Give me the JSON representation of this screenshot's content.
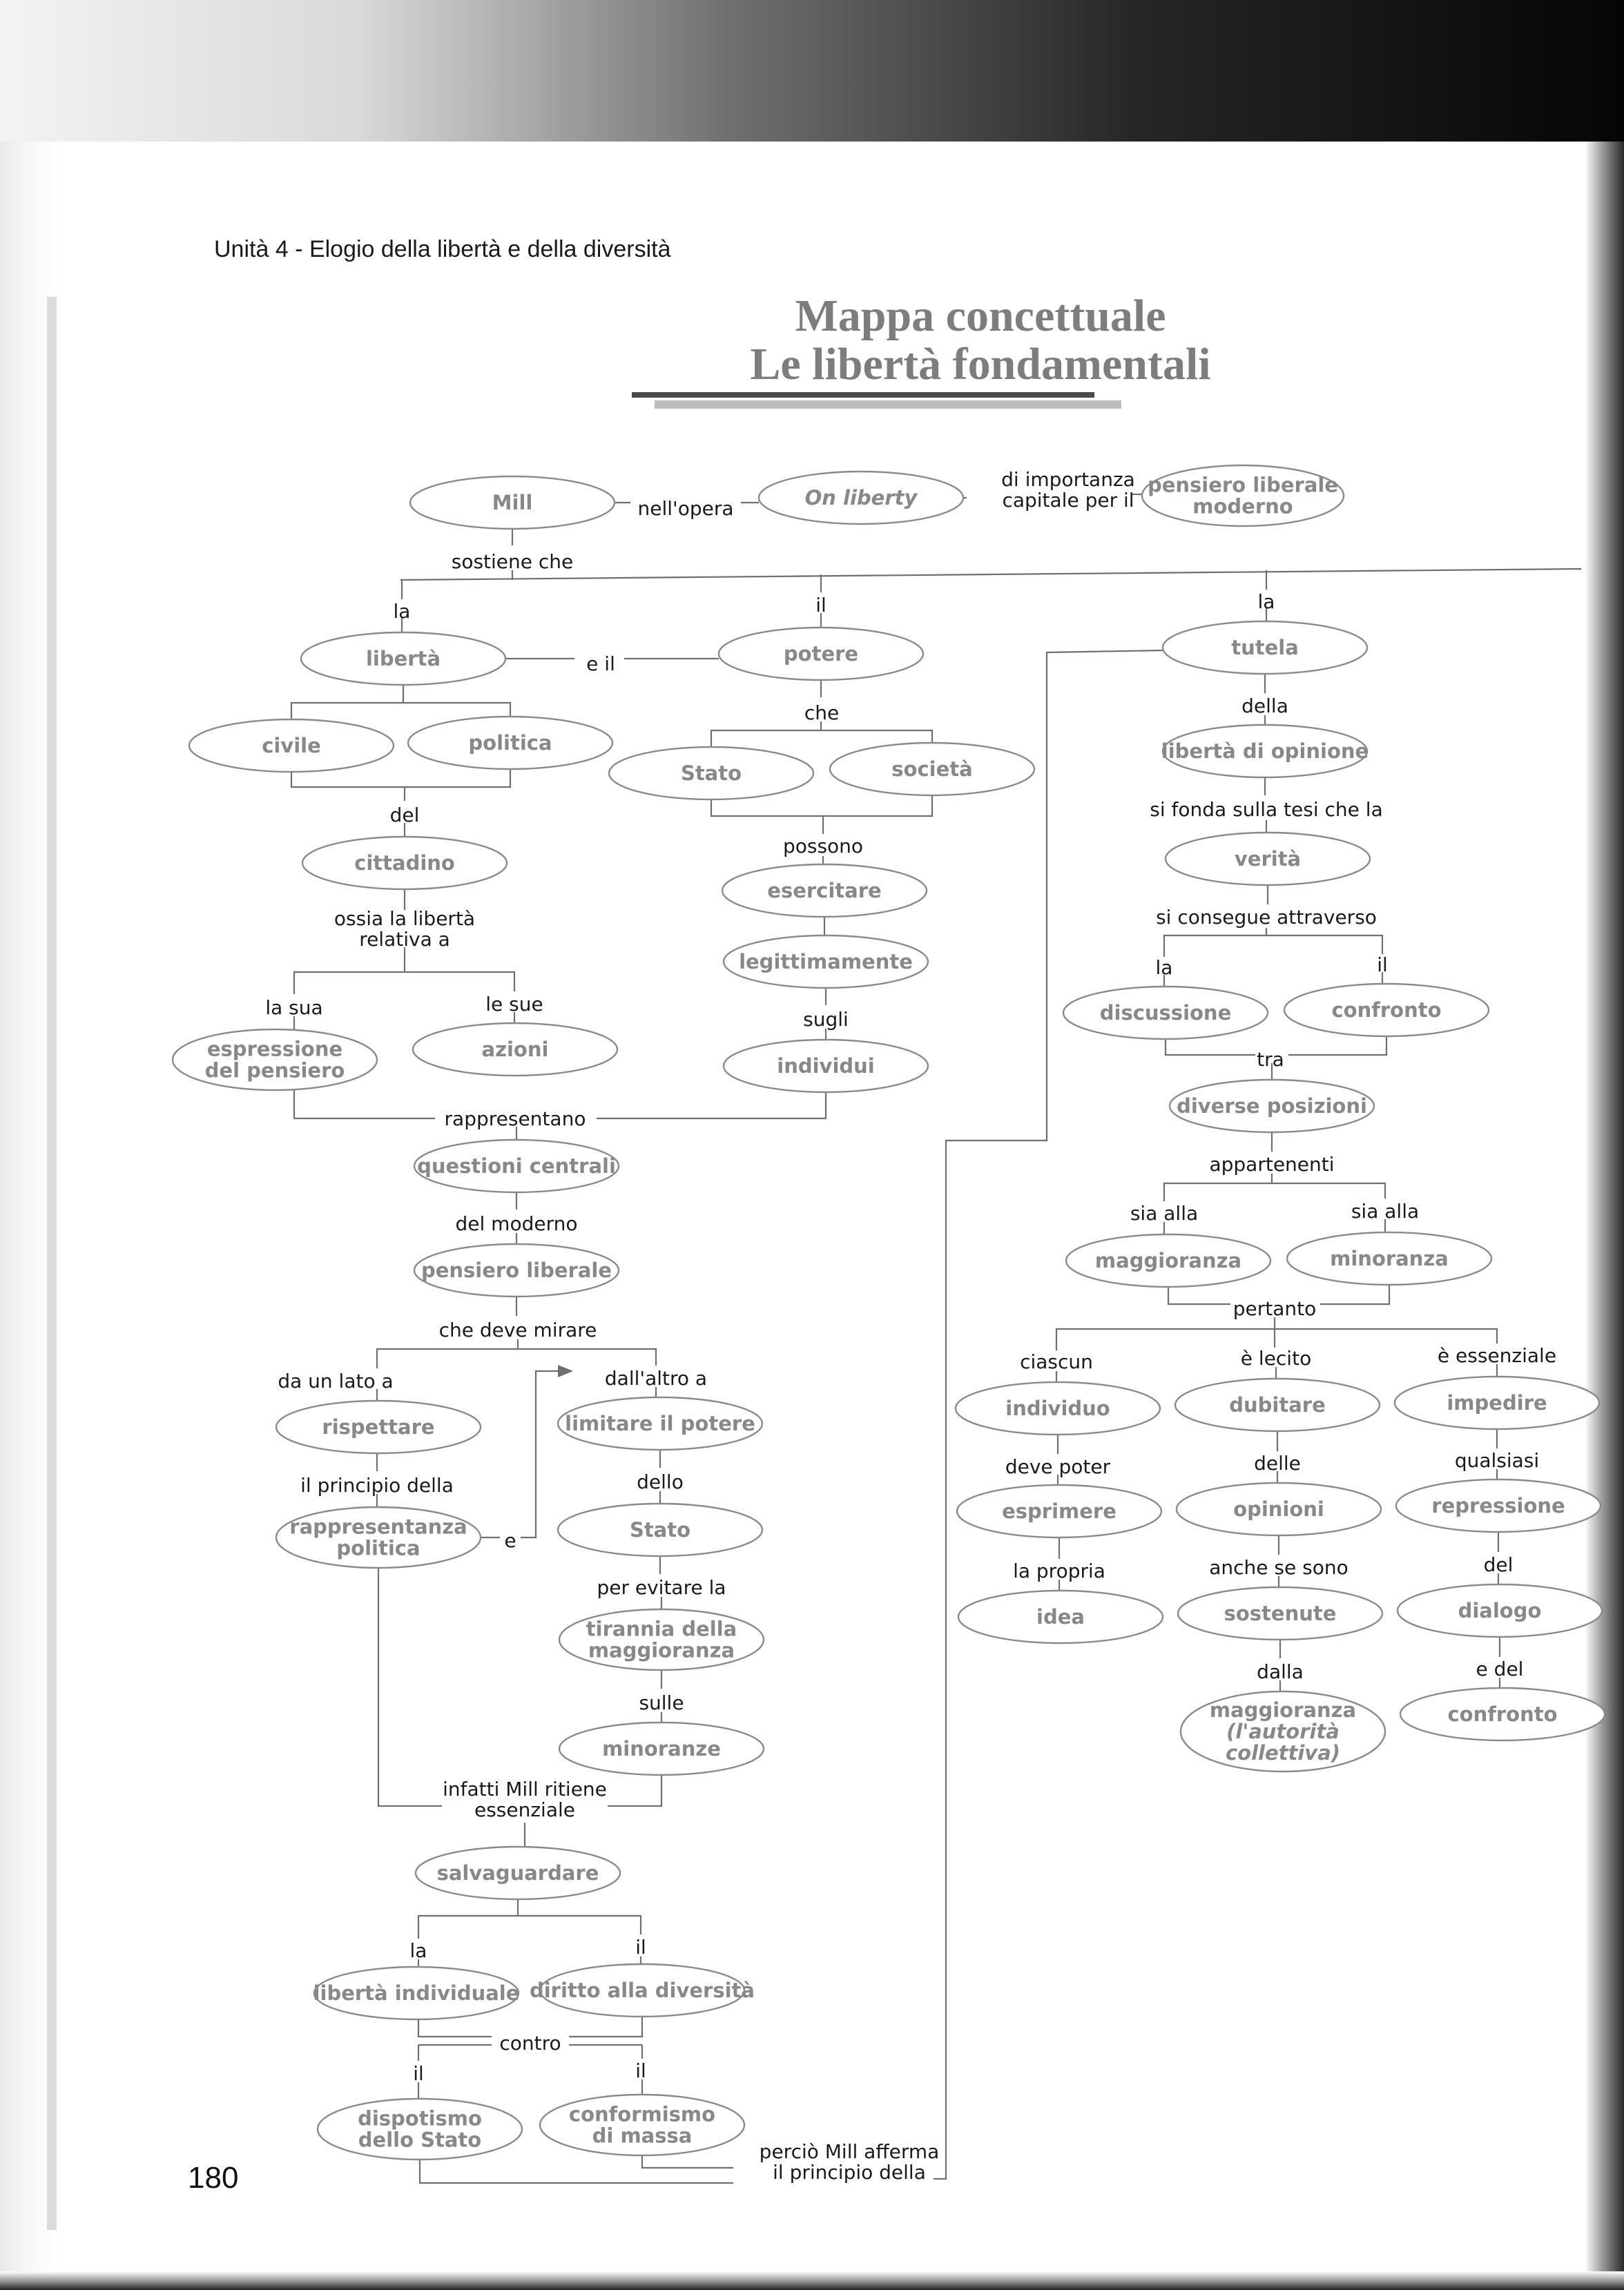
{
  "header": "Unità 4 - Elogio della libertà e della diversità",
  "title_line1": "Mappa concettuale",
  "title_line2": "Le libertà fondamentali",
  "page_number": "180",
  "nodes": {
    "mill": "Mill",
    "on_liberty": "On liberty",
    "pensiero_liberale_moderno": [
      "pensiero liberale",
      "moderno"
    ],
    "liberta": "libertà",
    "potere": "potere",
    "tutela": "tutela",
    "civile": "civile",
    "politica": "politica",
    "stato_1": "Stato",
    "societa": "società",
    "liberta_opinione": "libertà di opinione",
    "cittadino": "cittadino",
    "esercitare": "esercitare",
    "verita": "verità",
    "legittimamente": "legittimamente",
    "espressione": [
      "espressione",
      "del pensiero"
    ],
    "azioni": "azioni",
    "individui": "individui",
    "discussione": "discussione",
    "confronto_1": "confronto",
    "diverse_posizioni": "diverse posizioni",
    "questioni_centrali": "questioni centrali",
    "pensiero_liberale": "pensiero liberale",
    "maggioranza_1": "maggioranza",
    "minoranza": "minoranza",
    "rispettare": "rispettare",
    "limitare_potere": "limitare il potere",
    "individuo": "individuo",
    "dubitare": "dubitare",
    "impedire": "impedire",
    "rappresentanza": [
      "rappresentanza",
      "politica"
    ],
    "stato_2": "Stato",
    "esprimere": "esprimere",
    "opinioni": "opinioni",
    "repressione": "repressione",
    "tirannia": [
      "tirannia della",
      "maggioranza"
    ],
    "idea": "idea",
    "sostenute": "sostenute",
    "dialogo": "dialogo",
    "minoranze": "minoranze",
    "maggioranza_autorita": [
      "maggioranza",
      "(l'autorità",
      "collettiva)"
    ],
    "confronto_2": "confronto",
    "salvaguardare": "salvaguardare",
    "liberta_individuale": "libertà individuale",
    "diritto_diversita": "diritto alla diversità",
    "dispotismo": [
      "dispotismo",
      "dello Stato"
    ],
    "conformismo": [
      "conformismo",
      "di massa"
    ]
  },
  "links": {
    "nellopera": "nell'opera",
    "di_importanza": [
      "di importanza",
      "capitale per il"
    ],
    "sostiene_che": "sostiene che",
    "la_1": "la",
    "il_1": "il",
    "la_2": "la",
    "e_il": "e il",
    "che": "che",
    "della": "della",
    "del_1": "del",
    "possono": "possono",
    "si_fonda": "si fonda sulla tesi che la",
    "ossia": [
      "ossia la libertà",
      "relativa a"
    ],
    "si_consegue": "si consegue attraverso",
    "la_3": "la",
    "il_2": "il",
    "la_sua": "la sua",
    "le_sue": "le sue",
    "sugli": "sugli",
    "tra": "tra",
    "rappresentano": "rappresentano",
    "appartenenti": "appartenenti",
    "sia_alla_1": "sia alla",
    "sia_alla_2": "sia alla",
    "del_moderno": "del moderno",
    "pertanto": "pertanto",
    "che_deve_mirare": "che deve mirare",
    "ciascun": "ciascun",
    "e_lecito": "è lecito",
    "e_essenziale": "è essenziale",
    "da_un_lato": "da un lato a",
    "dallaltro": "dall'altro a",
    "deve_poter": "deve poter",
    "delle": "delle",
    "qualsiasi": "qualsiasi",
    "il_principio": "il principio della",
    "dello": "dello",
    "e_conn": "e",
    "la_propria": "la propria",
    "anche_se_sono": "anche se sono",
    "del_2": "del",
    "per_evitare": "per evitare la",
    "dalla": "dalla",
    "e_del": "e del",
    "sulle": "sulle",
    "infatti": [
      "infatti Mill ritiene",
      "essenziale"
    ],
    "la_4": "la",
    "il_3": "il",
    "contro": "contro",
    "il_4": "il",
    "il_5": "il",
    "percio": [
      "perciò Mill afferma",
      "il principio della"
    ]
  }
}
